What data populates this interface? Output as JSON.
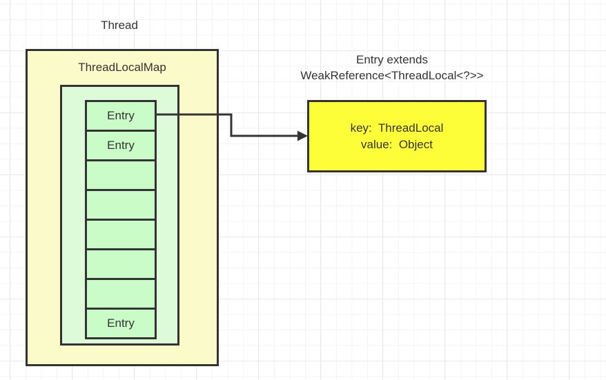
{
  "thread": {
    "title": "Thread",
    "map_title": "ThreadLocalMap"
  },
  "entries": [
    "Entry",
    "Entry",
    "",
    "",
    "",
    "",
    "",
    "Entry"
  ],
  "detail": {
    "heading_line1": "Entry extends",
    "heading_line2": "WeakReference<ThreadLocal<?>>",
    "key_line": "key:  ThreadLocal",
    "value_line": "value:  Object"
  },
  "colors": {
    "outer_box_fill": "#fbfbca",
    "inner_box_fill": "#defbd9",
    "cell_fill": "#c9fcc7",
    "detail_box_fill": "#fdfd38",
    "border": "#333333",
    "text": "#333333",
    "grid_minor": "#f4f4f4",
    "grid_major": "#e9e9e9"
  }
}
